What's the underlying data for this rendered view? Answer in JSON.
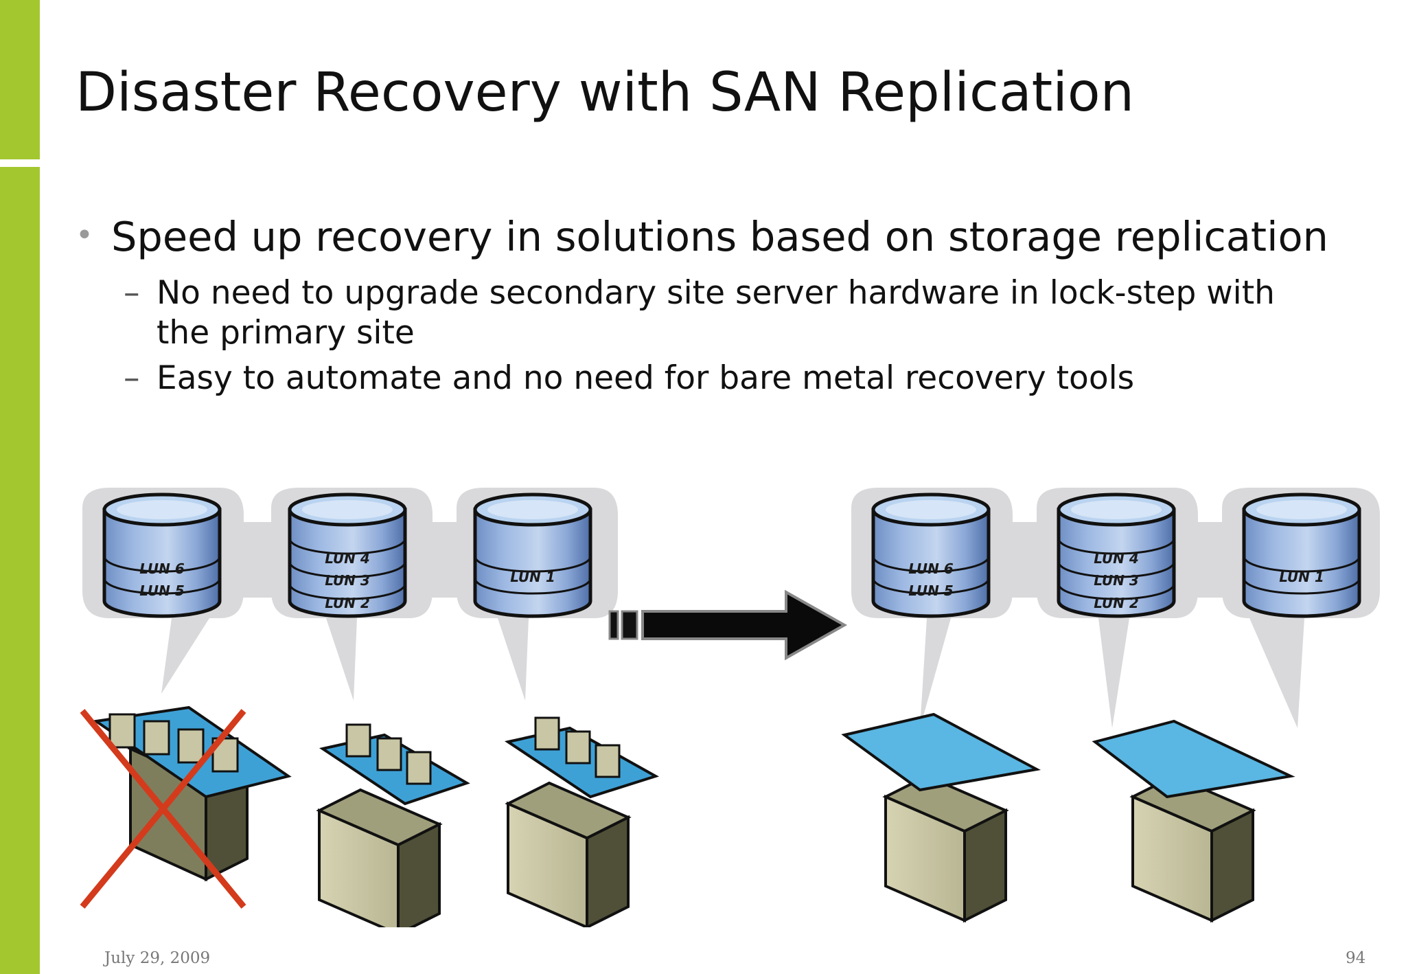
{
  "slide": {
    "title": "Disaster Recovery with SAN Replication",
    "bullet": "Speed up recovery in solutions based on storage replication",
    "sub_bullets": [
      "No need to upgrade secondary site server hardware in lock-step with the primary site",
      "Easy to automate and no need for bare metal recovery tools"
    ],
    "footer_date": "July 29, 2009",
    "page_number": "94"
  },
  "diagram": {
    "primary_site": {
      "volumes": [
        {
          "luns": [
            "LUN 6",
            "LUN 5"
          ]
        },
        {
          "luns": [
            "LUN 4",
            "LUN 3",
            "LUN 2"
          ]
        },
        {
          "luns": [
            "LUN 1"
          ]
        }
      ],
      "failed_server_marker": "red-x"
    },
    "secondary_site": {
      "volumes": [
        {
          "luns": [
            "LUN 6",
            "LUN 5"
          ]
        },
        {
          "luns": [
            "LUN 4",
            "LUN 3",
            "LUN 2"
          ]
        },
        {
          "luns": [
            "LUN 1"
          ]
        }
      ]
    },
    "colors": {
      "accent_green": "#a3c72f",
      "bubble_gray": "#d9d9db",
      "disk_blue": "#8fb0dc",
      "disk_top": "#b9d3f0",
      "tray_blue": "#3ea1d6",
      "server_olive": "#7e7e5c",
      "failure_red": "#d33b1c"
    }
  }
}
